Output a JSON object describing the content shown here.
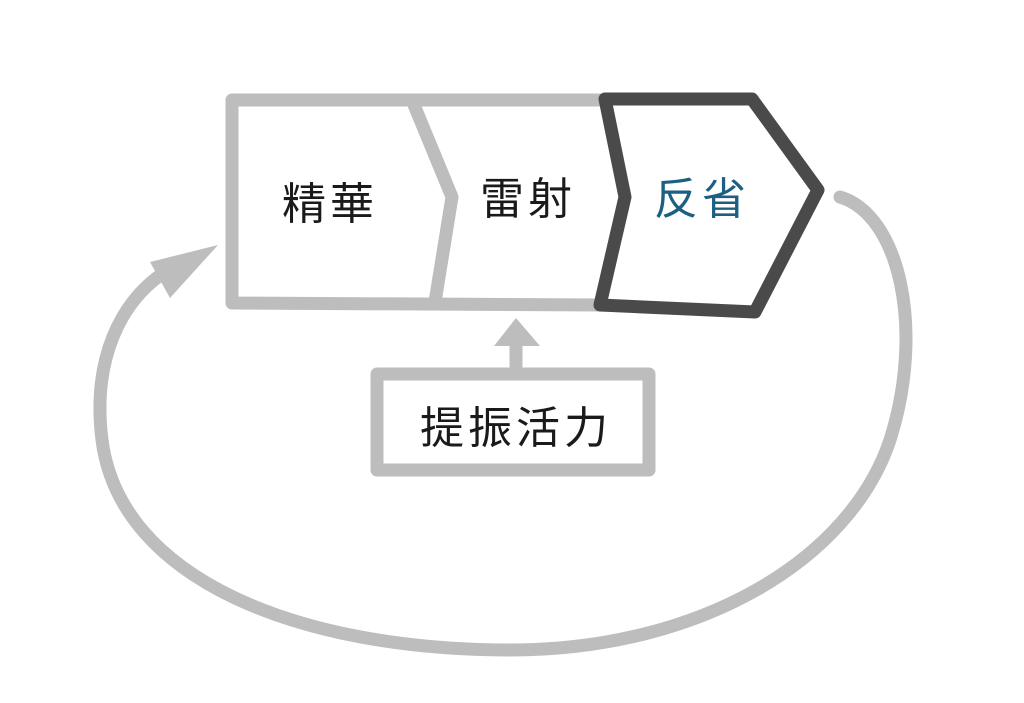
{
  "steps": [
    {
      "label": "精華",
      "highlighted": false
    },
    {
      "label": "雷射",
      "highlighted": false
    },
    {
      "label": "反省",
      "highlighted": true
    }
  ],
  "input_box": {
    "label": "提振活力"
  },
  "colors": {
    "light_stroke": "#bdbdbd",
    "dark_stroke": "#4a4a4a",
    "highlight_text": "#1d5f82",
    "text": "#1a1a1a"
  }
}
